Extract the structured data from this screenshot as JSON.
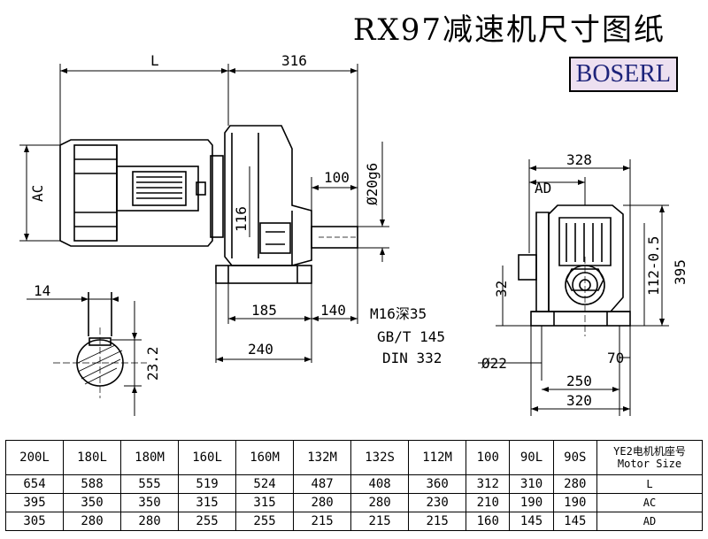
{
  "title": "RX97减速机尺寸图纸",
  "brand": "BOSERL",
  "dims": {
    "L": "L",
    "d316": "316",
    "d100": "100",
    "shaft": "Ø20g6",
    "AC": "AC",
    "d116": "116",
    "d14": "14",
    "d23_5": "23.2",
    "d185": "185",
    "d140": "140",
    "d240": "240",
    "bolt": "M16深35",
    "std1": "GB/T 145",
    "std2": "DIN 332",
    "d328": "328",
    "AD": "AD",
    "d395": "395",
    "d112": "112-0.5",
    "d32": "32",
    "d70": "70",
    "d22": "Ø22",
    "d250": "250",
    "d320": "320"
  },
  "table": {
    "header_cn": "YE2电机机座号",
    "header_en": "Motor Size",
    "sizes": [
      "90S",
      "90L",
      "100",
      "112M",
      "132S",
      "132M",
      "160M",
      "160L",
      "180M",
      "180L",
      "200L"
    ],
    "rows": [
      {
        "label": "L",
        "values": [
          "280",
          "310",
          "312",
          "360",
          "408",
          "487",
          "524",
          "519",
          "555",
          "588",
          "654"
        ]
      },
      {
        "label": "AC",
        "values": [
          "190",
          "190",
          "210",
          "230",
          "280",
          "280",
          "315",
          "315",
          "350",
          "350",
          "395"
        ]
      },
      {
        "label": "AD",
        "values": [
          "145",
          "145",
          "160",
          "215",
          "215",
          "215",
          "255",
          "255",
          "280",
          "280",
          "305"
        ]
      }
    ]
  }
}
